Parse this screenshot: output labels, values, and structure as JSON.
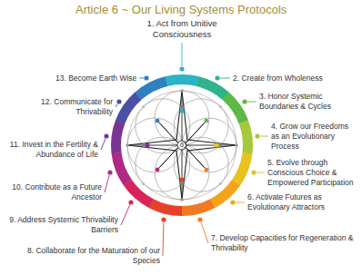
{
  "diagram": {
    "title": "Article 6 ~ Our Living Systems Protocols",
    "labels": [
      "1. Act from Unitive Consciousness",
      "2. Create from Wholeness",
      "3. Honor Systemic Boundaries & Cycles",
      "4. Grow our Freedoms as an Evolutionary Process",
      "5. Evolve through Conscious Choice & Empowered Participation",
      "6. Activate Futures as Evolutionary Attractors",
      "7. Develop Capacities for Regeneration & Thrivability",
      "8. Collaborate for the Maturation of our Species",
      "9. Address Systemic Thrivability Barriers",
      "10. Contribute as a Future Ancestor",
      "11. Invest in the Fertility & Abundance of Life",
      "12. Communicate for Thrivability",
      "13. Become Earth Wise"
    ]
  }
}
